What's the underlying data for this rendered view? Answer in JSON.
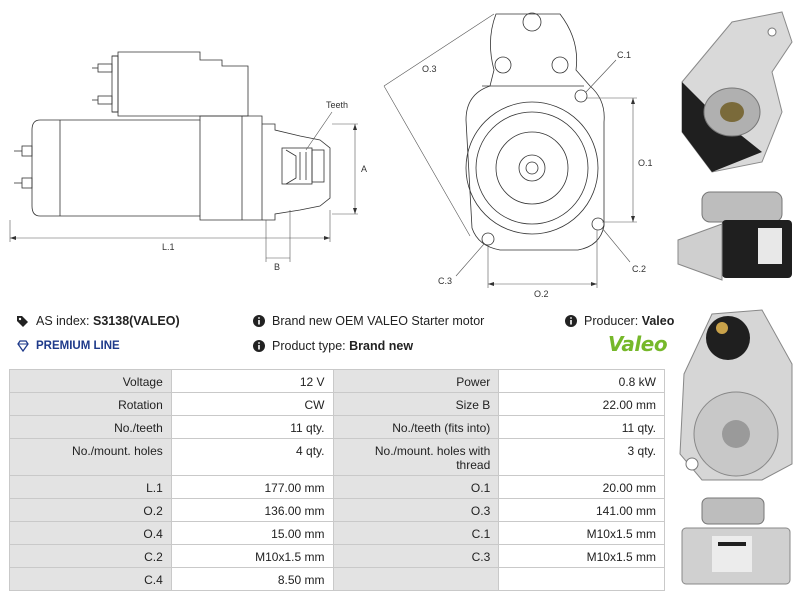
{
  "drawing_labels": {
    "teeth": "Teeth",
    "a": "A",
    "l1": "L.1",
    "b": "B",
    "o3": "O.3",
    "c1": "C.1",
    "o1": "O.1",
    "o2": "O.2",
    "c2": "C.2",
    "c3": "C.3"
  },
  "info": {
    "as_index_label": "AS index:",
    "as_index_value": "S3138(VALEO)",
    "description": "Brand new OEM VALEO Starter motor",
    "producer_label": "Producer:",
    "producer_value": "Valeo",
    "premium_line": "PREMIUM LINE",
    "product_type_label": "Product type:",
    "product_type_value": "Brand new",
    "logo_text": "Valeo"
  },
  "specs": [
    {
      "l1": "Voltage",
      "v1": "12 V",
      "l2": "Power",
      "v2": "0.8 kW"
    },
    {
      "l1": "Rotation",
      "v1": "CW",
      "l2": "Size B",
      "v2": "22.00 mm"
    },
    {
      "l1": "No./teeth",
      "v1": "11 qty.",
      "l2": "No./teeth (fits into)",
      "v2": "11 qty."
    },
    {
      "l1": "No./mount. holes",
      "v1": "4 qty.",
      "l2": "No./mount. holes with thread",
      "v2": "3 qty."
    },
    {
      "l1": "L.1",
      "v1": "177.00 mm",
      "l2": "O.1",
      "v2": "20.00 mm"
    },
    {
      "l1": "O.2",
      "v1": "136.00 mm",
      "l2": "O.3",
      "v2": "141.00 mm"
    },
    {
      "l1": "O.4",
      "v1": "15.00 mm",
      "l2": "C.1",
      "v2": "M10x1.5 mm"
    },
    {
      "l1": "C.2",
      "v1": "M10x1.5 mm",
      "l2": "C.3",
      "v2": "M10x1.5 mm"
    },
    {
      "l1": "C.4",
      "v1": "8.50 mm",
      "l2": "",
      "v2": ""
    }
  ],
  "colors": {
    "accent_blue": "#1e3a8a",
    "valeo_green": "#76b82a",
    "label_bg": "#e3e3e3"
  }
}
